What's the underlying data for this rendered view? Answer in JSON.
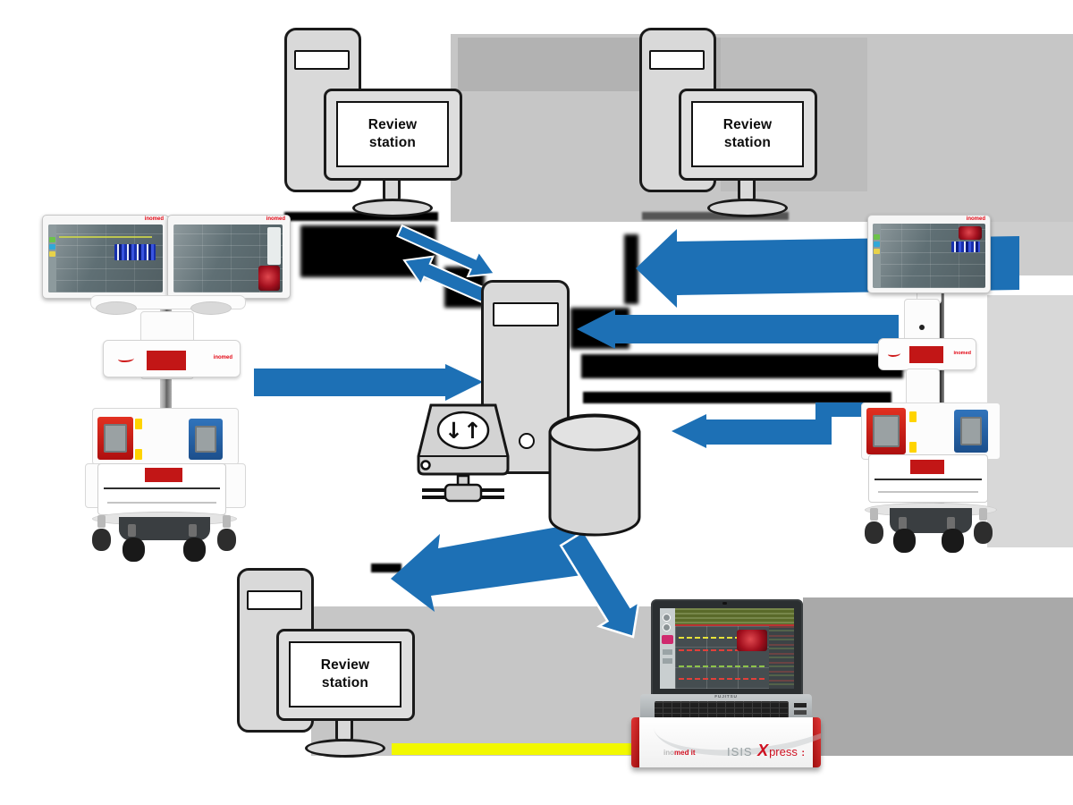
{
  "colors": {
    "arrow_blue": "#1d70b5",
    "brand_red": "#e30613",
    "panel_red": "#c21616",
    "connector_red": "#d42222",
    "connector_blue": "#2a66ae",
    "accent_yellow": "#ffd400",
    "artifact_yellow": "#f2f800",
    "device_gray": "#d9d9d9",
    "background_gray": "#c6c6c6"
  },
  "labels": {
    "review_line1": "Review",
    "review_line2": "station"
  },
  "brand": {
    "name": "inomed"
  },
  "server": {
    "sync_icon": "↓↑"
  },
  "laptop": {
    "logo_gray": "ino",
    "logo_red": "med it",
    "product_isis": "ISIS",
    "product_x": "X",
    "product_rest": "press",
    "product_dots": ":",
    "hinge_brand": "FUJITSU"
  },
  "diagram": {
    "nodes": [
      {
        "id": "review-station-top-left",
        "label": "Review station"
      },
      {
        "id": "review-station-top-right",
        "label": "Review station"
      },
      {
        "id": "iom-cart-left",
        "label": ""
      },
      {
        "id": "iom-cart-right",
        "label": ""
      },
      {
        "id": "server-storage",
        "label": ""
      },
      {
        "id": "review-station-bottom",
        "label": "Review station"
      },
      {
        "id": "isis-xpress-laptop",
        "label": "ISIS Xpress"
      }
    ],
    "links": [
      {
        "from": "review-station-top-left",
        "to": "server-storage",
        "style": "double-arrow"
      },
      {
        "from": "review-station-top-right",
        "to": "server-storage",
        "style": "wide-arrow"
      },
      {
        "from": "iom-cart-right",
        "to": "server-storage",
        "style": "arrow"
      },
      {
        "from": "iom-cart-right",
        "to": "server-storage",
        "style": "stepped-arrow"
      },
      {
        "from": "iom-cart-left",
        "to": "server-storage",
        "style": "arrow"
      },
      {
        "from": "server-storage",
        "to": "review-station-bottom",
        "style": "wide-arrow"
      },
      {
        "from": "server-storage",
        "to": "isis-xpress-laptop",
        "style": "arrow"
      }
    ]
  }
}
